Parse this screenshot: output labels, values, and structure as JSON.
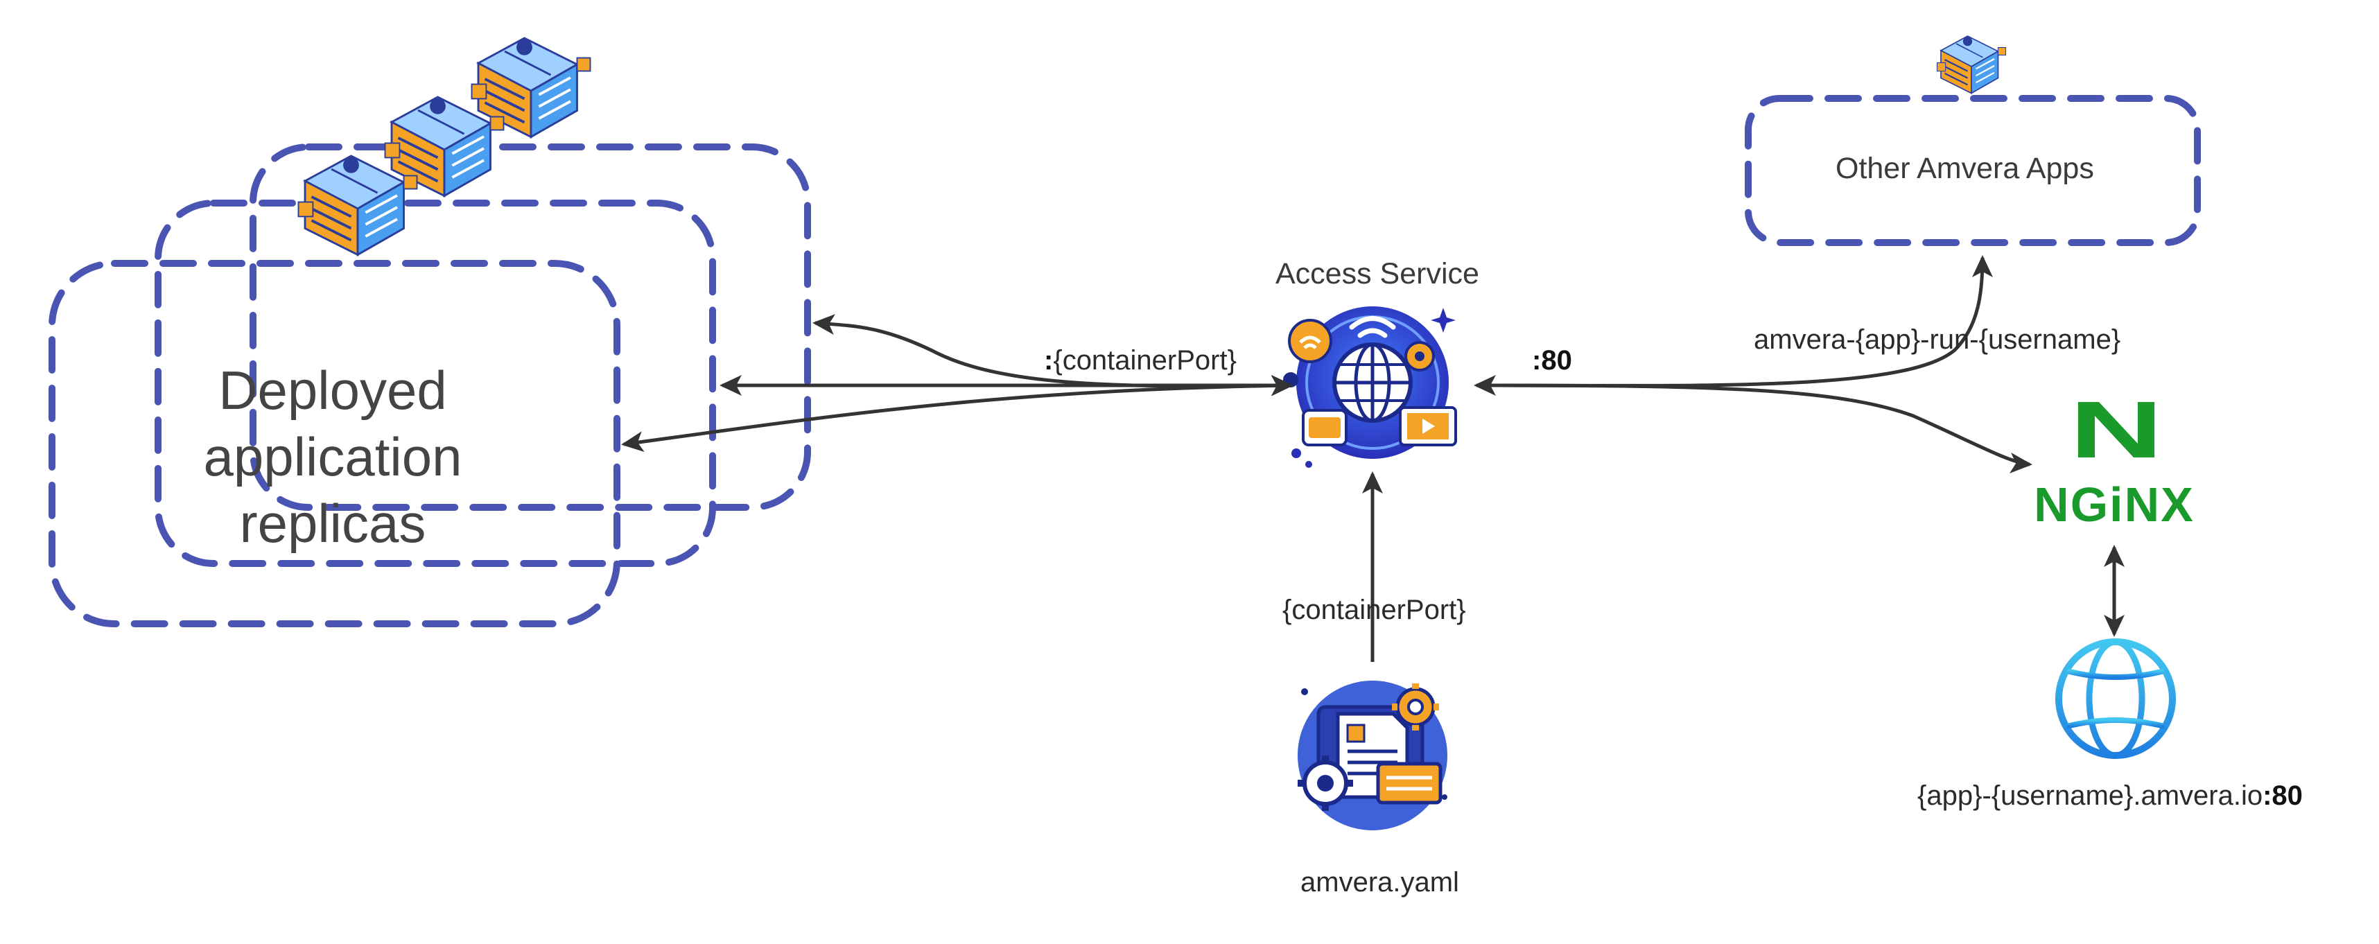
{
  "replicas_label": [
    "Deployed",
    "application",
    "replicas"
  ],
  "access_service_label": "Access Service",
  "other_apps_label": "Other Amvera Apps",
  "container_port_arrow": {
    "prefix": ":",
    "text": "{containerPort}"
  },
  "port80_label": ":80",
  "internal_dns_label": "amvera-{app}-run-{username}",
  "config_port_label": "{containerPort}",
  "config_file_label": "amvera.yaml",
  "public_url": {
    "text": "{app}-{username}.amvera.io",
    "port": ":80"
  },
  "nginx_logo_text": "NGiNX",
  "nginx_logo_letter": "N",
  "colors": {
    "dashed_border": "#4a55b3",
    "arrow": "#333333",
    "nginx_green": "#1a9a2a",
    "globe_blue": "#2a9be6",
    "service_blue": "#2c4ecf",
    "orange": "#f5a326"
  },
  "icons": [
    "server-rack-icon",
    "access-service-icon",
    "config-file-icon",
    "nginx-logo-icon",
    "globe-icon"
  ]
}
